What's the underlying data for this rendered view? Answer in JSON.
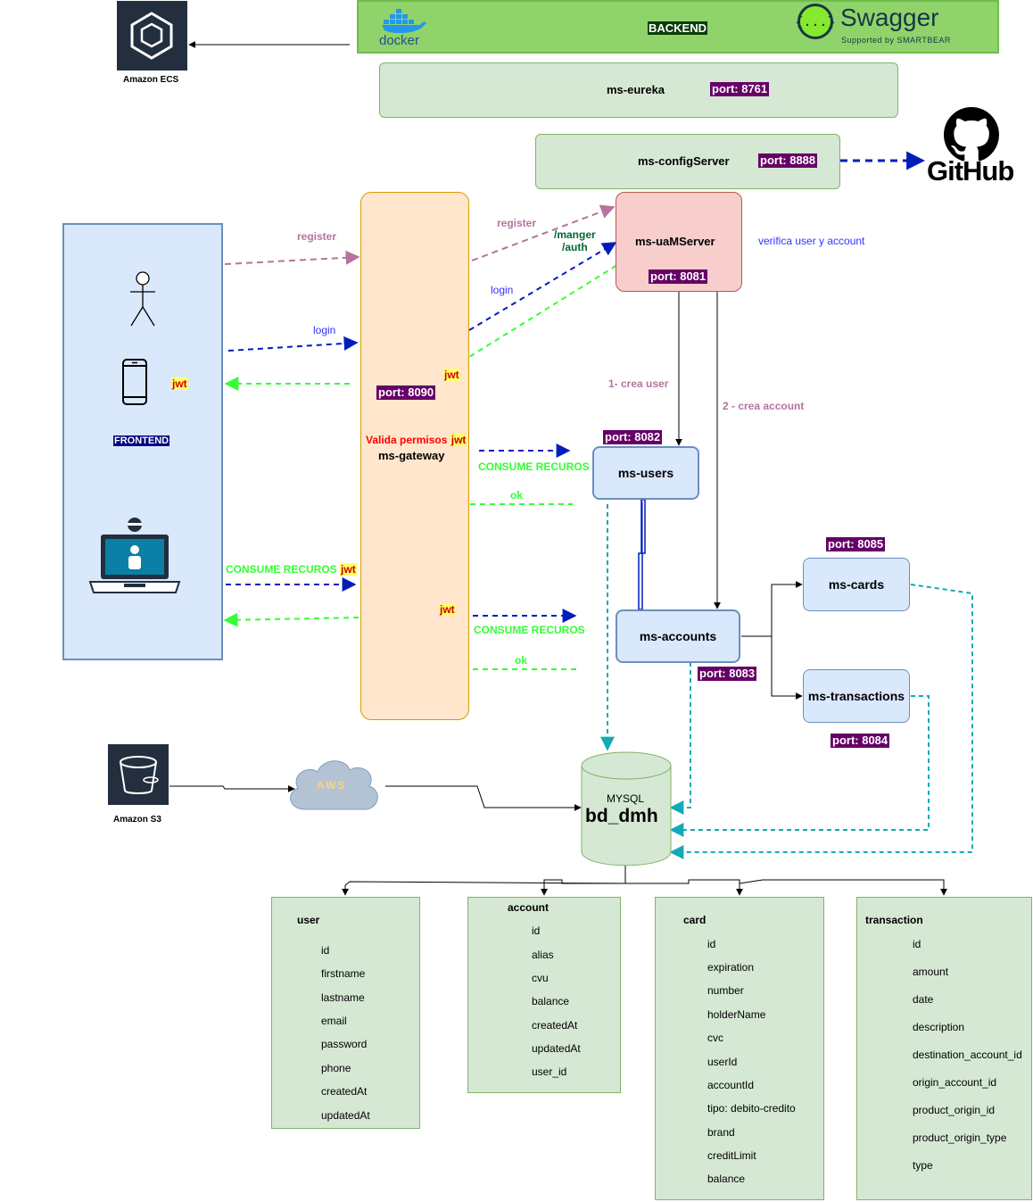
{
  "colors": {
    "frontend_fill": "#dae8fc",
    "frontend_border": "#6c8ebf",
    "gateway_fill": "#ffe6cc",
    "gateway_border": "#d79b00",
    "green_fill": "#d5e8d4",
    "green_border": "#82b366",
    "auth_fill": "#f8cecc",
    "auth_border": "#b85450",
    "service_fill": "#dae8fc",
    "service_border": "#6c8ebf",
    "port_badge": "#660066",
    "register_arrow": "#b5739d",
    "login_arrow": "#001dbc",
    "ok_arrow": "#33ff33",
    "db_arrow": "#12aab5"
  },
  "header": {
    "banner_label": "BACKEND",
    "docker_label": "docker",
    "swagger_label": "Swagger",
    "swagger_sub": "Supported by SMARTBEAR",
    "ecs_label": "Amazon ECS"
  },
  "eureka": {
    "label": "ms-eureka",
    "port": "port: 8761"
  },
  "config": {
    "label": "ms-configServer",
    "port": "port:  8888"
  },
  "github": {
    "label": "GitHub"
  },
  "frontend": {
    "label": "FRONTEND"
  },
  "gateway": {
    "label": "ms-gateway",
    "port": "port: 8090",
    "validate": "Valida permisos",
    "jwt": "jwt"
  },
  "auth_server": {
    "label": "ms-uaMServer",
    "port": "port: 8081",
    "note": "verifica user y account"
  },
  "users": {
    "label": "ms-users",
    "port": "port: 8082"
  },
  "accounts": {
    "label": "ms-accounts",
    "port": "port: 8083"
  },
  "cards": {
    "label": "ms-cards",
    "port": "port: 8085"
  },
  "transactions": {
    "label": "ms-transactions",
    "port": "port: 8084"
  },
  "edges": {
    "register_left": "register",
    "register_right": "register",
    "login_left": "login",
    "login_right": "login",
    "manger_auth": "/manger\n/auth",
    "jwt": "jwt",
    "crea_user": "1- crea user",
    "crea_account": "2 - crea account",
    "consume": "CONSUME RECUROS",
    "ok": "ok"
  },
  "database": {
    "engine": "MYSQL",
    "name": "bd_dmh"
  },
  "storage": {
    "s3_label": "Amazon S3",
    "cloud_label": "AWS"
  },
  "tables": [
    {
      "name": "user",
      "fields": [
        "id",
        "firstname",
        "lastname",
        "email",
        "password",
        "phone",
        "createdAt",
        "updatedAt"
      ]
    },
    {
      "name": "account",
      "fields": [
        "id",
        "alias",
        "cvu",
        "balance",
        "createdAt",
        "updatedAt",
        "user_id"
      ]
    },
    {
      "name": "card",
      "fields": [
        "id",
        "expiration",
        "number",
        "holderName",
        "cvc",
        "userId",
        "accountId",
        "tipo: debito-credito",
        "brand",
        "creditLimit",
        "balance"
      ]
    },
    {
      "name": "transaction",
      "fields": [
        "id",
        "amount",
        "date",
        "description",
        "destination_account_id",
        "origin_account_id",
        "product_origin_id",
        "product_origin_type",
        "type"
      ]
    }
  ]
}
